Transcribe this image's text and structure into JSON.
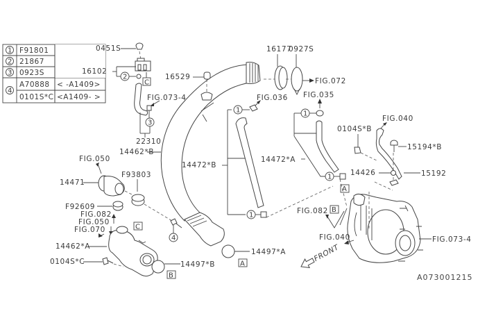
{
  "legend": {
    "rows": [
      {
        "num": "1",
        "part": "F91801",
        "note": ""
      },
      {
        "num": "2",
        "part": "21867",
        "note": ""
      },
      {
        "num": "3",
        "part": "0923S",
        "note": ""
      },
      {
        "num": "4",
        "part": "A70888",
        "note": "< -A1409>"
      },
      {
        "num": "4",
        "part": "0101S*C",
        "note": "<A1409- >"
      }
    ]
  },
  "callouts": {
    "p0451S": "0451S",
    "p16102": "16102",
    "p16529": "16529",
    "p16177": "16177",
    "p0927S": "0927S",
    "fig072": "FIG.072",
    "fig036": "FIG.036",
    "fig035": "FIG.035",
    "fig0734_top": "FIG.073-4",
    "p22310": "22310",
    "p14462B": "14462*B",
    "fig050_top": "FIG.050",
    "p14471": "14471",
    "pF93803": "F93803",
    "pF92609": "F92609",
    "fig082_left": "FIG.082",
    "fig050_left": "FIG.050",
    "fig070": "FIG.070",
    "p14462A": "14462*A",
    "p0104SC": "0104S*C",
    "p14497B": "14497*B",
    "p14497A": "14497*A",
    "p14472B": "14472*B",
    "p14472A": "14472*A",
    "fig040_top": "FIG.040",
    "p0104SB": "0104S*B",
    "p15194B": "15194*B",
    "p14426": "14426",
    "p15192": "15192",
    "fig082_right": "FIG.082",
    "fig040_bottom": "FIG.040",
    "fig0734_right": "FIG.073-4",
    "front": "FRONT",
    "diagram_id": "A073001215"
  },
  "markers": {
    "circle1": "1",
    "circle2": "2",
    "circle3": "3",
    "circle4": "4",
    "boxA": "A",
    "boxB": "B",
    "boxC": "C"
  }
}
